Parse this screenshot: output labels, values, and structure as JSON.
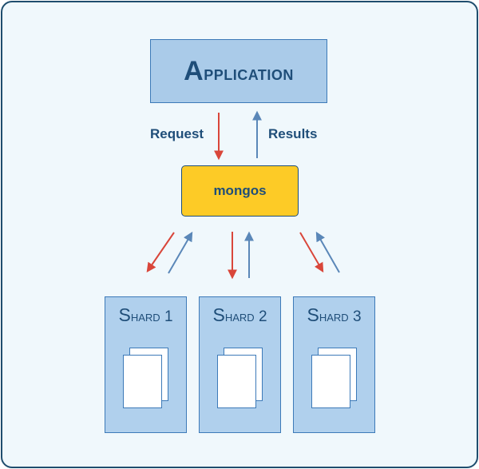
{
  "application": {
    "label_first": "A",
    "label_rest": "pplication"
  },
  "edges": {
    "request": "Request",
    "results": "Results"
  },
  "router": {
    "label": "mongos"
  },
  "shards": [
    {
      "first": "S",
      "rest": "hard 1"
    },
    {
      "first": "S",
      "rest": "hard 2"
    },
    {
      "first": "S",
      "rest": "hard 3"
    }
  ],
  "colors": {
    "request_arrow": "#d9463a",
    "results_arrow": "#5a87b8",
    "router_fill": "#fdcb26",
    "box_fill": "#aacbe9",
    "text": "#1f4e79"
  }
}
